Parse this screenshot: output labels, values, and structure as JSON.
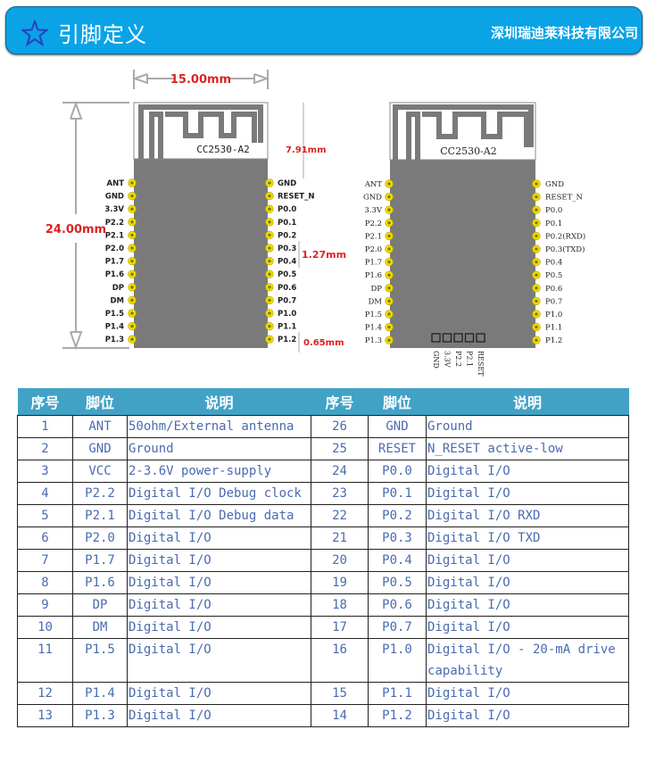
{
  "header": {
    "title": "引脚定义",
    "company": "深圳瑞迪莱科技有限公司",
    "icon": "star-icon"
  },
  "diagram_left": {
    "model": "CC2530-A2",
    "width_dim": "15.00mm",
    "height_dim": "24.00mm",
    "antenna_dim": "7.91mm",
    "pitch_dim": "1.27mm",
    "edge_dim": "0.65mm",
    "left_pins": [
      "ANT",
      "GND",
      "3.3V",
      "P2.2",
      "P2.1",
      "P2.0",
      "P1.7",
      "P1.6",
      "DP",
      "DM",
      "P1.5",
      "P1.4",
      "P1.3"
    ],
    "right_pins": [
      "GND",
      "RESET_N",
      "P0.0",
      "P0.1",
      "P0.2",
      "P0.3",
      "P0.4",
      "P0.5",
      "P0.6",
      "P0.7",
      "P1.0",
      "P1.1",
      "P1.2"
    ]
  },
  "diagram_right": {
    "model": "CC2530-A2",
    "left_pins": [
      "ANT",
      "GND",
      "3.3V",
      "P2.2",
      "P2.1",
      "P2.0",
      "P1.7",
      "P1.6",
      "DP",
      "DM",
      "P1.5",
      "P1.4",
      "P1.3"
    ],
    "right_pins": [
      "GND",
      "RESET_N",
      "P0.0",
      "P0.1",
      "P0.2(RXD)",
      "P0.3(TXD)",
      "P0.4",
      "P0.5",
      "P0.6",
      "P0.7",
      "P1.0",
      "P1.1",
      "P1.2"
    ],
    "bottom_pins": [
      "GND",
      "3.3V",
      "P2.2",
      "P2.1",
      "RESET"
    ]
  },
  "table": {
    "headers": [
      "序号",
      "脚位",
      "说明",
      "序号",
      "脚位",
      "说明"
    ],
    "rows": [
      [
        "1",
        "ANT",
        "50ohm/External antenna",
        "26",
        "GND",
        "Ground"
      ],
      [
        "2",
        "GND",
        "Ground",
        "25",
        "RESET",
        "N_RESET active-low"
      ],
      [
        "3",
        "VCC",
        "2-3.6V power-supply",
        "24",
        "P0.0",
        "Digital I/O"
      ],
      [
        "4",
        "P2.2",
        "Digital I/O  Debug clock",
        "23",
        "P0.1",
        "Digital I/O"
      ],
      [
        "5",
        "P2.1",
        "Digital I/O  Debug data",
        "22",
        "P0.2",
        "Digital I/O RXD"
      ],
      [
        "6",
        "P2.0",
        "Digital I/O",
        "21",
        "P0.3",
        "Digital I/O TXD"
      ],
      [
        "7",
        "P1.7",
        "Digital I/O",
        "20",
        "P0.4",
        "Digital I/O"
      ],
      [
        "8",
        "P1.6",
        "Digital I/O",
        "19",
        "P0.5",
        "Digital I/O"
      ],
      [
        "9",
        "DP",
        "Digital I/O",
        "18",
        "P0.6",
        "Digital I/O"
      ],
      [
        "10",
        "DM",
        "Digital I/O",
        "17",
        "P0.7",
        "Digital I/O"
      ],
      [
        "11",
        "P1.5",
        "Digital I/O",
        "16",
        "P1.0",
        "Digital I/O - 20-mA drive capability"
      ],
      [
        "12",
        "P1.4",
        "Digital I/O",
        "15",
        "P1.1",
        "Digital I/O"
      ],
      [
        "13",
        "P1.3",
        "Digital I/O",
        "14",
        "P1.2",
        "Digital I/O"
      ]
    ]
  }
}
